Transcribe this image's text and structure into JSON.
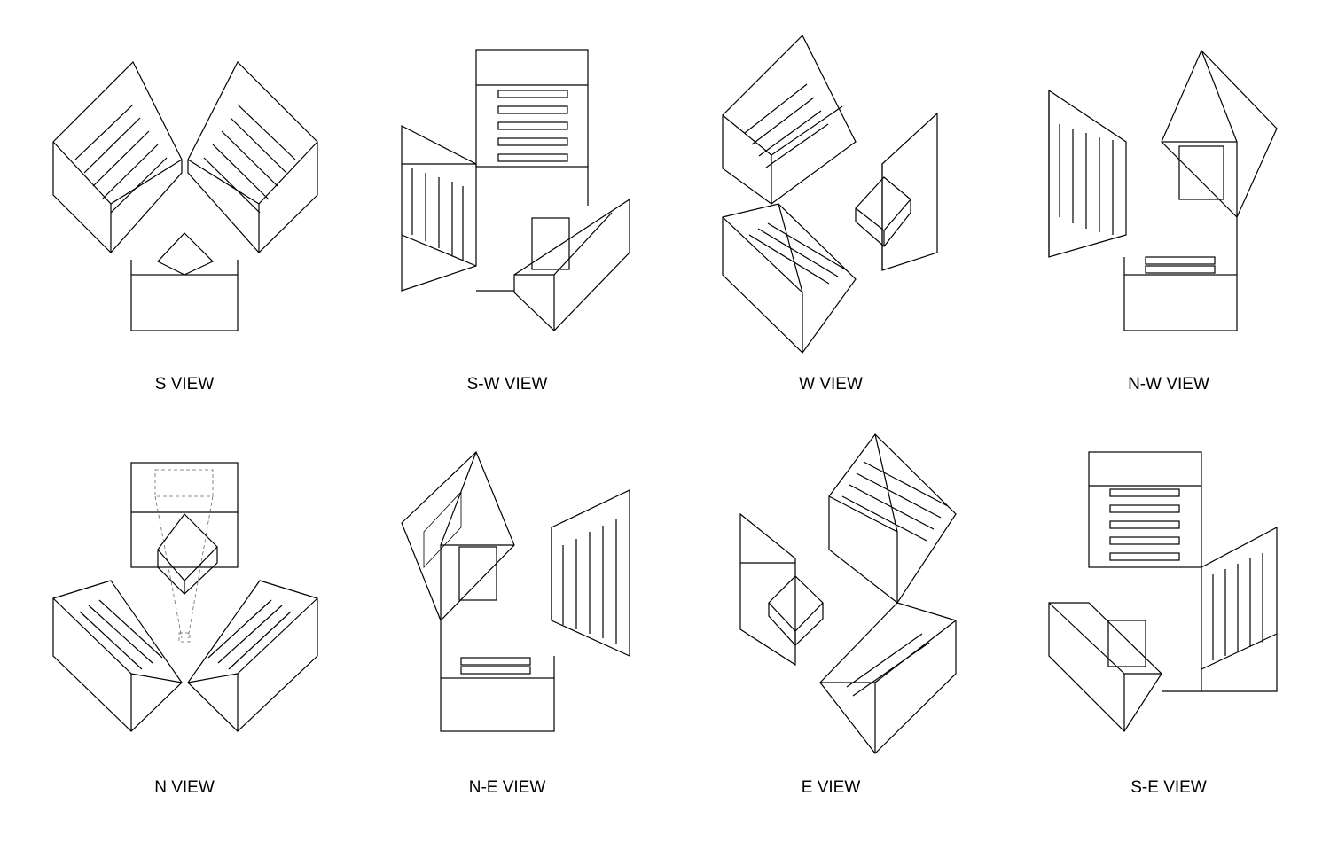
{
  "views": [
    {
      "label": "S VIEW"
    },
    {
      "label": "S-W VIEW"
    },
    {
      "label": "W VIEW"
    },
    {
      "label": "N-W VIEW"
    },
    {
      "label": "N VIEW"
    },
    {
      "label": "N-E VIEW"
    },
    {
      "label": "E VIEW"
    },
    {
      "label": "S-E VIEW"
    }
  ]
}
